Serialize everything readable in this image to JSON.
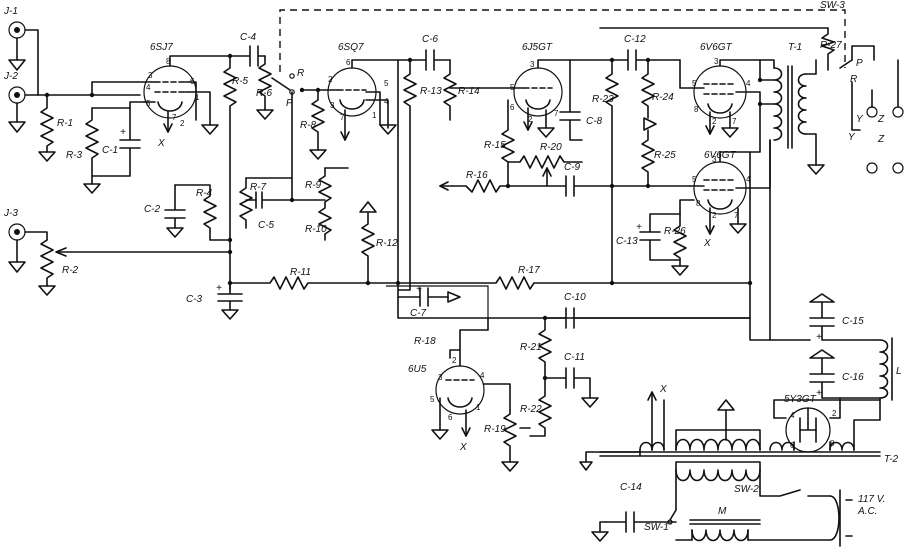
{
  "jacks": [
    "J-1",
    "J-2",
    "J-3"
  ],
  "tubes": {
    "v1": "6SJ7",
    "v2": "6SQ7",
    "v3": "6J5GT",
    "v4": "6V6GT",
    "v5": "6V6GT",
    "v6": "6U5",
    "v7": "5Y3GT"
  },
  "resistors": {
    "r1": "R-1",
    "r2": "R-2",
    "r3": "R-3",
    "r4": "R-4",
    "r5": "R-5",
    "r6": "R-6",
    "r7": "R-7",
    "r8": "R-8",
    "r9": "R-9",
    "r10": "R-10",
    "r11": "R-11",
    "r12": "R-12",
    "r13": "R-13",
    "r14": "R-14",
    "r15": "R-15",
    "r16": "R-16",
    "r17": "R-17",
    "r18": "R-18",
    "r19": "R-19",
    "r20": "R-20",
    "r21": "R-21",
    "r22": "R-22",
    "r23": "R-23",
    "r24": "R-24",
    "r25": "R-25",
    "r26": "R-26",
    "r27": "R-27"
  },
  "capacitors": {
    "c1": "C-1",
    "c2": "C-2",
    "c3": "C-3",
    "c4": "C-4",
    "c5": "C-5",
    "c6": "C-6",
    "c7": "C-7",
    "c8": "C-8",
    "c9": "C-9",
    "c10": "C-10",
    "c11": "C-11",
    "c12": "C-12",
    "c13": "C-13",
    "c14": "C-14",
    "c15": "C-15",
    "c16": "C-16"
  },
  "transformers": {
    "t1": "T-1",
    "t2": "T-2"
  },
  "choke": "L",
  "motor": "M",
  "switches": {
    "sw1": "SW-1",
    "sw2": "SW-2",
    "sw3": "SW-3"
  },
  "selector": {
    "r": "R",
    "p": "P"
  },
  "terminals": {
    "y": "Y",
    "z": "Z"
  },
  "heater_mark": "X",
  "mains": {
    "line1": "117 V.",
    "line2": "A.C."
  },
  "pins": {
    "v1": [
      "8",
      "3",
      "4",
      "5",
      "6",
      "7",
      "2",
      "1"
    ],
    "v2": [
      "6",
      "5",
      "2",
      "3",
      "7",
      "4",
      "1"
    ],
    "v3": [
      "3",
      "5",
      "6",
      "2",
      "7"
    ],
    "v4": [
      "3",
      "4",
      "5",
      "8",
      "2",
      "7"
    ],
    "v5": [
      "3",
      "4",
      "5",
      "8",
      "2",
      "7"
    ],
    "v6": [
      "2",
      "3",
      "4",
      "5",
      "6",
      "1"
    ],
    "v7": [
      "4",
      "2",
      "6",
      "8"
    ]
  }
}
